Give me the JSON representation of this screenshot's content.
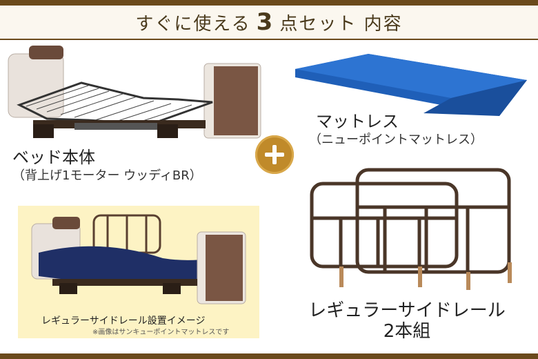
{
  "header": {
    "title_before": "すぐに使える",
    "title_number": "3",
    "title_after": "点セット 内容"
  },
  "items": {
    "bed": {
      "name": "ベッド本体",
      "detail": "（背上げ1モーター ウッディBR）"
    },
    "mattress": {
      "name": "マットレス",
      "detail": "（ニューポイントマットレス）"
    },
    "siderail": {
      "name_line1": "レギュラーサイドレール",
      "name_line2": "2本組"
    }
  },
  "photo": {
    "caption": "レギュラーサイドレール設置イメージ",
    "note": "※画像はサンキューポイントマットレスです"
  },
  "icons": {
    "plus": "plus-icon"
  },
  "colors": {
    "frame_brown": "#6b4a1c",
    "plus_gold": "#c08a2a",
    "mattress_blue": "#1f5fb8",
    "photo_bg": "#fdf3c4"
  }
}
